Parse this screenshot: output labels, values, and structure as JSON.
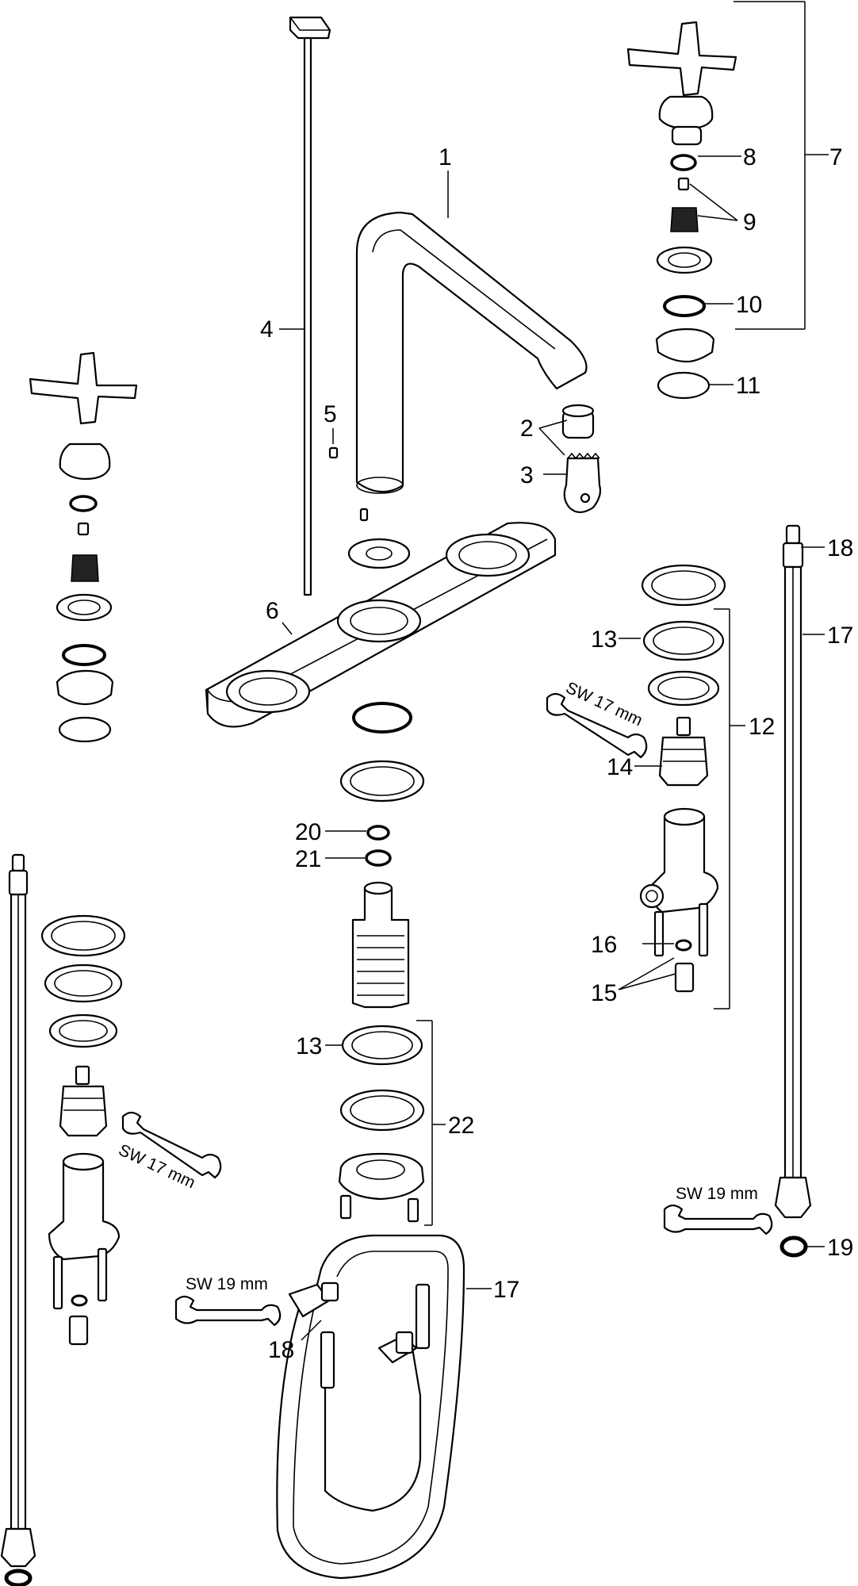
{
  "diagram": {
    "type": "exploded-parts-view",
    "part_numbers": [
      "1",
      "2",
      "3",
      "4",
      "5",
      "6",
      "7",
      "8",
      "9",
      "10",
      "11",
      "12",
      "13",
      "14",
      "15",
      "16",
      "17",
      "18",
      "19",
      "20",
      "21",
      "22"
    ],
    "callouts": {
      "n1": "1",
      "n2": "2",
      "n3": "3",
      "n4": "4",
      "n5": "5",
      "n6": "6",
      "n7": "7",
      "n8": "8",
      "n9": "9",
      "n10": "10",
      "n11": "11",
      "n12": "12",
      "n13a": "13",
      "n13b": "13",
      "n14": "14",
      "n15": "15",
      "n16": "16",
      "n17a": "17",
      "n17b": "17",
      "n18a": "18",
      "n18b": "18",
      "n19": "19",
      "n20": "20",
      "n21": "21",
      "n22": "22"
    },
    "wrench_labels": {
      "sw17_right": "SW 17 mm",
      "sw17_left": "SW 17 mm",
      "sw19_right": "SW 19 mm",
      "sw19_center": "SW 19 mm"
    }
  }
}
